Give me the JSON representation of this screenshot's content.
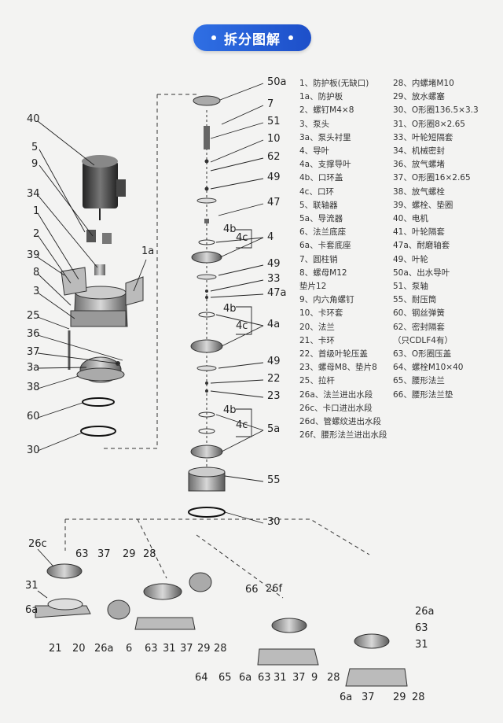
{
  "header": {
    "title": "拆分图解"
  },
  "legend": {
    "col1": [
      "1、防护板(无缺口)",
      "1a、防护板",
      "2、螺钉M4×8",
      "3、泵头",
      "3a、泵头衬里",
      "4、导叶",
      "4a、支撑导叶",
      "4b、口环盖",
      "4c、口环",
      "5、联轴器",
      "5a、导流器",
      "6、法兰底座",
      "6a、卡套底座",
      "7、圆柱销",
      "8、螺母M12",
      "垫片12",
      "9、内六角螺钉",
      "10、卡环套",
      "20、法兰",
      "21、卡环",
      "22、首级叶轮压盖",
      "23、螺母M8、垫片8",
      "25、拉杆",
      "26a、法兰进出水段",
      "26c、卡口进出水段",
      "26d、管螺纹进出水段",
      "26f、腰形法兰进出水段"
    ],
    "col2": [
      "28、内螺堵M10",
      "29、放水螺塞",
      "30、O形圈136.5×3.3",
      "31、O形圈8×2.65",
      "33、叶轮短隔套",
      "34、机械密封",
      "36、放气螺堵",
      "37、O形圈16×2.65",
      "38、放气螺栓",
      "39、螺栓、垫圈",
      "40、电机",
      "41、叶轮隔套",
      "47a、耐磨轴套",
      "49、叶轮",
      "50a、出水导叶",
      "51、泵轴",
      "55、耐压筒",
      "60、钢丝弹簧",
      "62、密封隔套",
      "（只CDLF4有）",
      "63、O形圈压盖",
      "64、螺栓M10×40",
      "65、腰形法兰",
      "66、腰形法兰垫"
    ]
  },
  "callouts": {
    "left": [
      "40",
      "5",
      "9",
      "34",
      "1",
      "2",
      "39",
      "8",
      "3",
      "25",
      "36",
      "37",
      "3a",
      "38",
      "60",
      "30",
      "1a"
    ],
    "middle": [
      "50a",
      "7",
      "51",
      "10",
      "62",
      "49",
      "47",
      "4b",
      "4c",
      "4",
      "49",
      "33",
      "47a",
      "4b",
      "4c",
      "4a",
      "49",
      "22",
      "23",
      "4b",
      "4c",
      "5a",
      "55",
      "30"
    ],
    "bottom": [
      "26c",
      "63",
      "37",
      "29",
      "28",
      "31",
      "6a",
      "21",
      "20",
      "26a",
      "6",
      "63",
      "31",
      "37",
      "29",
      "28",
      "66",
      "26f",
      "64",
      "65",
      "6a",
      "63",
      "31",
      "37",
      "9",
      "28",
      "26a",
      "63",
      "31",
      "6a",
      "37",
      "29",
      "28"
    ]
  },
  "colors": {
    "accent": "#2563d8",
    "line": "#222222"
  }
}
